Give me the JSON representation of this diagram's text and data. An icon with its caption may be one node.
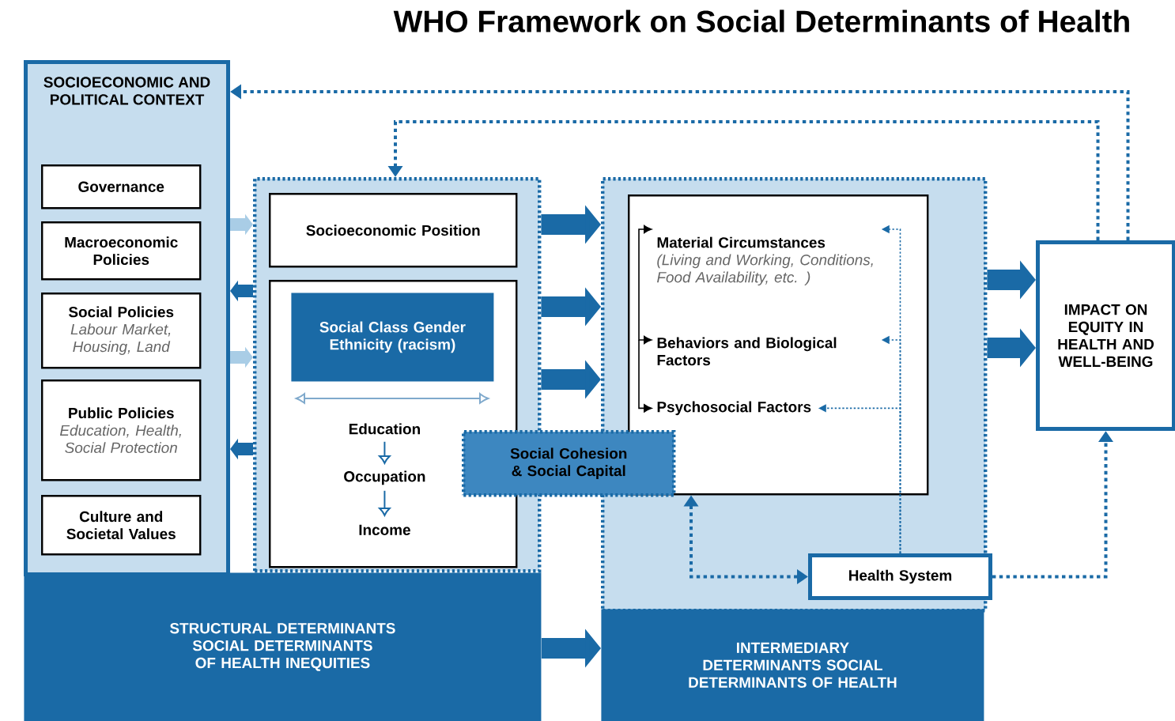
{
  "diagram": {
    "title": "WHO Framework on Social Determinants of Health",
    "nodes": [
      {
        "text": [
          "SOCIOECONOMIC AND POLITICAL CONTEXT"
        ]
      },
      {
        "text": [
          "Governance"
        ],
        "in": 0
      },
      {
        "text": [
          "Macroeconomic Policies"
        ],
        "in": 0
      },
      {
        "text": [
          "Social Policies",
          "Labour Market, Housing, Land"
        ],
        "in": 0
      },
      {
        "text": [
          "Public Policies",
          "Education, Health, Social Protection"
        ],
        "in": 0
      },
      {
        "text": [
          "Culture and Societal Values"
        ],
        "in": 0
      },
      {
        "text": [],
        "shape": "box"
      },
      {
        "text": [
          "Socioeconomic Position"
        ],
        "in": 6
      },
      {
        "text": [],
        "shape": "box",
        "in": 6
      },
      {
        "text": [
          "Social Class Gender Ethnicity (racism)"
        ],
        "in": 8
      },
      {
        "text": [
          "Education"
        ],
        "in": 8
      },
      {
        "text": [
          "Occupation"
        ],
        "in": 8
      },
      {
        "text": [
          "Income"
        ],
        "in": 8
      },
      {
        "text": [
          "Social Cohesion & Social Capital"
        ]
      },
      {
        "text": [
          "STRUCTURAL DETERMINANTS SOCIAL DETERMINANTS OF HEALTH INEQUITIES"
        ]
      },
      {
        "text": [],
        "shape": "box"
      },
      {
        "text": [],
        "shape": "box",
        "in": 15
      },
      {
        "text": [
          "Material Circumstances",
          "(Living and Working, Conditions, Food Availability, etc. )"
        ],
        "in": 16
      },
      {
        "text": [
          "Behaviors and Biological Factors"
        ],
        "in": 16
      },
      {
        "text": [
          "Psychosocial Factors"
        ],
        "in": 16
      },
      {
        "text": [
          "Health System"
        ],
        "in": 15
      },
      {
        "text": [
          "INTERMEDIARY DETERMINANTS SOCIAL DETERMINANTS OF HEALTH"
        ]
      },
      {
        "text": [
          "IMPACT ON EQUITY IN HEALTH AND WELL-BEING"
        ]
      }
    ],
    "edges": [
      {
        "from": 22,
        "to": 0,
        "arrow": "to",
        "style": "dashed"
      },
      {
        "from": 22,
        "to": 6,
        "arrow": "to",
        "style": "dashed"
      },
      {
        "from": 0,
        "to": 6,
        "arrow": "to",
        "style": "thick",
        "color": "#a9cde6"
      },
      {
        "from": 6,
        "to": 0,
        "arrow": "to",
        "style": "thick"
      },
      {
        "from": 0,
        "to": 6,
        "arrow": "to",
        "style": "thick",
        "color": "#a9cde6"
      },
      {
        "from": 6,
        "to": 0,
        "arrow": "to",
        "style": "thick"
      },
      {
        "from": 6,
        "to": 15,
        "arrow": "to",
        "style": "thick"
      },
      {
        "from": 6,
        "to": 15,
        "arrow": "to",
        "style": "thick"
      },
      {
        "from": 6,
        "to": 15,
        "arrow": "to",
        "style": "thick"
      },
      {
        "from": 14,
        "to": 21,
        "arrow": "to",
        "style": "thick"
      },
      {
        "from": 15,
        "to": 22,
        "arrow": "to",
        "style": "thick"
      },
      {
        "from": 15,
        "to": 22,
        "arrow": "to",
        "style": "thick"
      },
      {
        "from": 10,
        "to": 11,
        "arrow": "to"
      },
      {
        "from": 11,
        "to": 12,
        "arrow": "to"
      },
      {
        "from": 17,
        "to": 18,
        "arrow": "both",
        "color": "#000000"
      },
      {
        "from": 18,
        "to": 19,
        "arrow": "to",
        "color": "#000000"
      },
      {
        "from": 20,
        "to": 17,
        "arrow": "to",
        "style": "dashed"
      },
      {
        "from": 20,
        "to": 18,
        "arrow": "to",
        "style": "dashed"
      },
      {
        "from": 20,
        "to": 19,
        "arrow": "to",
        "style": "dashed"
      },
      {
        "from": 16,
        "to": 20,
        "arrow": "both",
        "style": "dashed"
      },
      {
        "from": 20,
        "to": 22,
        "arrow": "to",
        "style": "dashed"
      }
    ]
  }
}
